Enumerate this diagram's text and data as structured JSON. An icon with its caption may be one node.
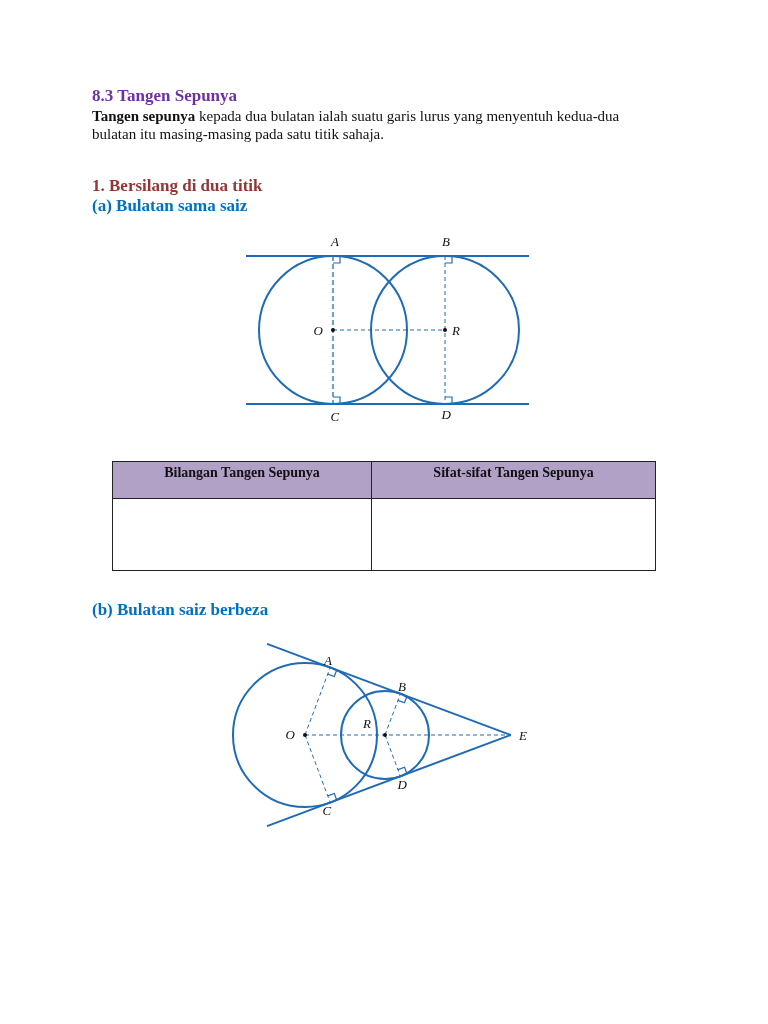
{
  "diagram": {
    "title": "8.3 Tangen Sepunya",
    "labels": [
      "**Tangen sepunya** kepada dua bulatan ialah suatu garis lurus yang menyentuh kedua-dua bulatan itu masing-masing pada satu titik sahaja.",
      "1. Bersilang di dua titik",
      "(a) Bulatan sama saiz",
      "A",
      "B",
      "O",
      "R",
      "C",
      "D",
      "Bilangan Tangen Sepunya",
      "Sifat-sifat Tangen Sepunya",
      "(b) Bulatan saiz berbeza",
      "A",
      "B",
      "O",
      "R",
      "E",
      "D",
      "C"
    ]
  }
}
